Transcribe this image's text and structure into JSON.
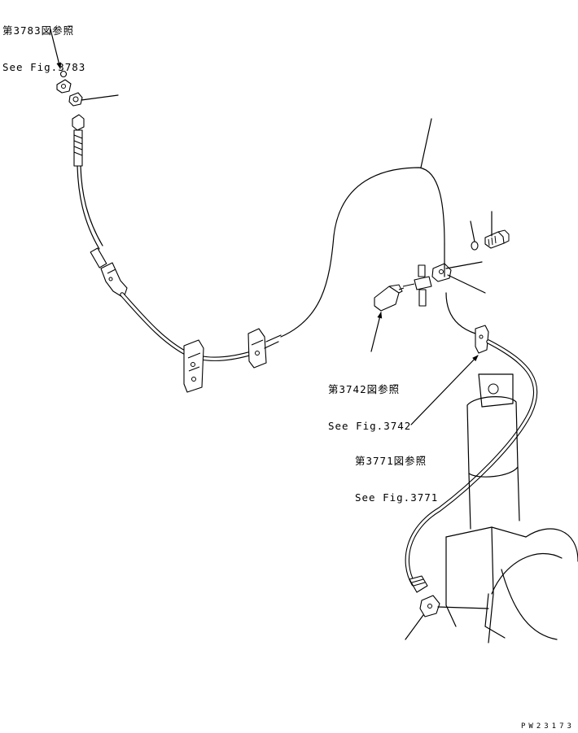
{
  "references": [
    {
      "id": "fig3783",
      "jp": "第3783図参照",
      "en": "See Fig.3783"
    },
    {
      "id": "fig3742",
      "jp": "第3742図参照",
      "en": "See Fig.3742"
    },
    {
      "id": "fig3771",
      "jp": "第3771図参照",
      "en": "See Fig.3771"
    }
  ],
  "drawing_code": "PW23173"
}
